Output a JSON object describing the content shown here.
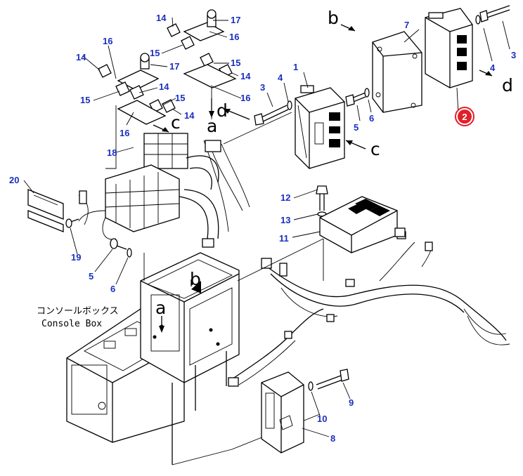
{
  "labels": {
    "l1": "1",
    "l2": "2",
    "l3a": "3",
    "l3b": "3",
    "l4a": "4",
    "l4b": "4",
    "l5a": "5",
    "l5b": "5",
    "l6a": "6",
    "l6b": "6",
    "l7": "7",
    "l8": "8",
    "l9": "9",
    "l10": "10",
    "l11": "11",
    "l12": "12",
    "l13": "13",
    "l14a": "14",
    "l14b": "14",
    "l14c": "14",
    "l14d": "14",
    "l14e": "14",
    "l15a": "15",
    "l15b": "15",
    "l15c": "15",
    "l15d": "15",
    "l16a": "16",
    "l16b": "16",
    "l16c": "16",
    "l16d": "16",
    "l17a": "17",
    "l17b": "17",
    "l18": "18",
    "l19": "19",
    "l20": "20"
  },
  "letters": {
    "a1": "a",
    "a2": "a",
    "b1": "b",
    "b2": "b",
    "c1": "c",
    "c2": "c",
    "d1": "d",
    "d2": "d"
  },
  "caption": {
    "japanese": "コンソールボックス",
    "english": "Console Box"
  },
  "colors": {
    "callout": "#1a2fbf",
    "highlight": "#e0202a"
  }
}
